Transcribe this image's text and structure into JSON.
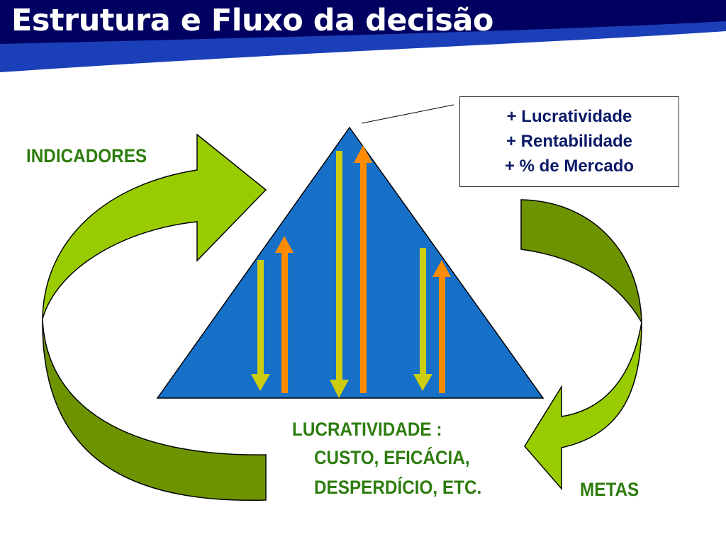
{
  "slide": {
    "title": "Estrutura e Fluxo da decisão",
    "labels": {
      "indicadores": "INDICADORES",
      "metas": "METAS",
      "lucratividade_title": "LUCRATIVIDADE :",
      "lucratividade_line2": "CUSTO, EFICÁCIA,",
      "lucratividade_line3": "DESPERDÍCIO, ETC."
    },
    "callout": {
      "lines": [
        "+ Lucratividade",
        "+ Rentabilidade",
        "+ % de Mercado"
      ]
    }
  },
  "colors": {
    "header_navy": "#000060",
    "header_blue": "#1a3fb8",
    "triangle_blue": "#1670c8",
    "arrow_green_light": "#99cc00",
    "arrow_green_dark": "#6d9400",
    "arrow_yellow": "#cccc11",
    "arrow_orange": "#ff8c00",
    "label_green": "#2e7d0f",
    "callout_text": "#0b1a66"
  }
}
